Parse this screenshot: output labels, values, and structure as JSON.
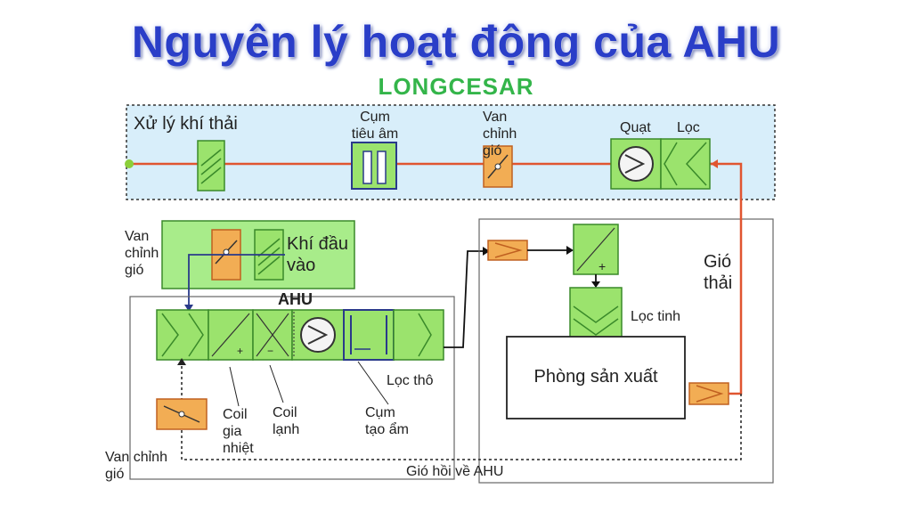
{
  "title": "Nguyên lý hoạt động của AHU",
  "brand": "LONGCESAR",
  "labels": {
    "exhaust_treatment": "Xử lý khí thải",
    "silencer": "Cụm tiêu âm",
    "damper_top": "Van chỉnh gió",
    "fan": "Quạt",
    "filter": "Lọc",
    "damper_left": "Van chỉnh gió",
    "fresh_air": "Khí đầu vào",
    "ahu": "AHU",
    "exhaust_air": "Gió thải",
    "fine_filter": "Lọc tinh",
    "production_room": "Phòng sản xuất",
    "pre_filter": "Lọc thô",
    "heating_coil": "Coil gia nhiệt",
    "cooling_coil": "Coil lạnh",
    "humidifier": "Cụm tạo ẩm",
    "damper_bottom": "Van chỉnh gió",
    "return_air": "Gió hồi về AHU"
  },
  "colors": {
    "title": "#2a3ec8",
    "brand": "#34b54a",
    "component_fill": "#9be36d",
    "component_border": "#3a8a2a",
    "damper_fill": "#f2ad54",
    "damper_border": "#c06020",
    "air_line": "#e05530",
    "duct_line": "#111111",
    "exhaust_panel": "#d8eefa"
  }
}
